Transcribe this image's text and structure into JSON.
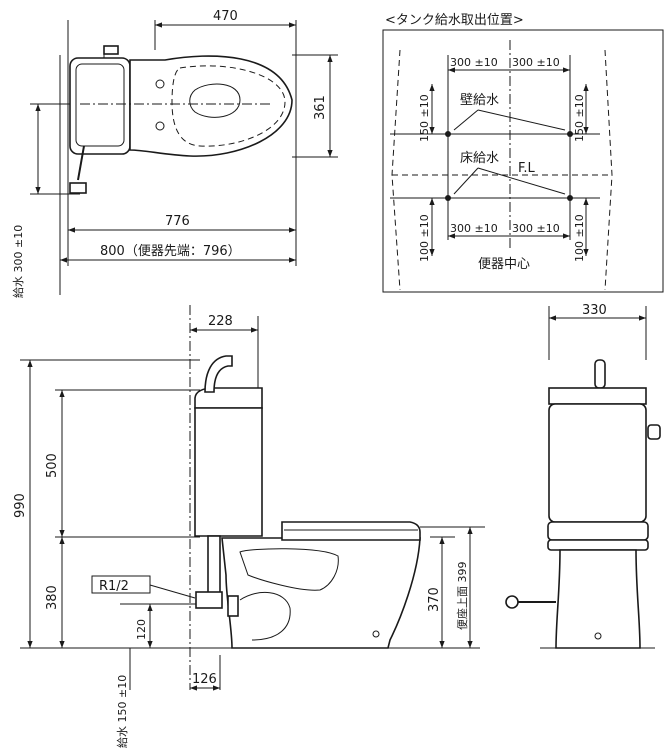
{
  "top_view": {
    "width": "470",
    "depth": "361",
    "length_776": "776",
    "length_800": "800（便器先端：796）",
    "supply_offset": "給水 300 ±10"
  },
  "detail": {
    "title": "<タンク給水取出位置>",
    "dim_300a": "300 ±10",
    "dim_300b": "300 ±10",
    "dim_300c": "300 ±10",
    "dim_300d": "300 ±10",
    "dim_150a": "150 ±10",
    "dim_150b": "150 ±10",
    "dim_100a": "100 ±10",
    "dim_100b": "100 ±10",
    "wall_supply": "壁給水",
    "floor_supply": "床給水",
    "fl": "F.L",
    "center": "便器中心"
  },
  "side_view": {
    "dim_228": "228",
    "dim_500": "500",
    "dim_990": "990",
    "dim_380": "380",
    "dim_120": "120",
    "dim_126": "126",
    "dim_370": "370",
    "dim_399": "便座上面 399",
    "thread": "R1/2",
    "supply_150": "給水 150 ±10"
  },
  "front_view": {
    "dim_330": "330"
  }
}
